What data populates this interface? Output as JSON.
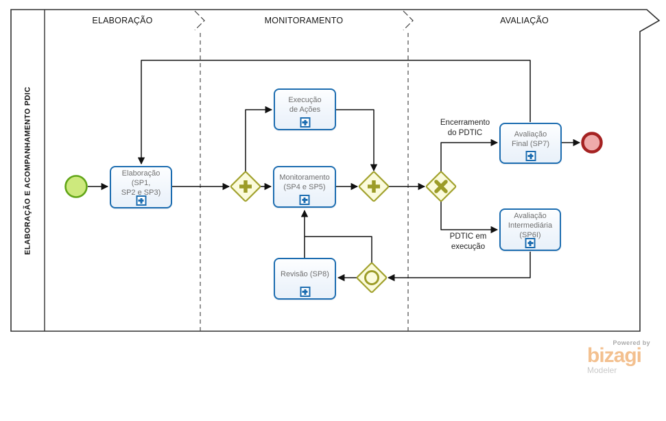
{
  "pool": {
    "label": "ELABORAÇÃO E ACOMPANHAMENTO PDIC"
  },
  "lanes": [
    {
      "label": "ELABORAÇÃO"
    },
    {
      "label": "MONITORAMENTO"
    },
    {
      "label": "AVALIAÇÃO"
    }
  ],
  "nodes": {
    "elaboracao": {
      "label": "Elaboração (SP1,\nSP2 e SP3)"
    },
    "execucao": {
      "label": "Execução\nde Ações"
    },
    "monitoramento": {
      "label": "Monitoramento\n(SP4 e SP5)"
    },
    "avaliacao_final": {
      "label": "Avaliação\nFinal (SP7)"
    },
    "avaliacao_intermediaria": {
      "label": "Avaliação\nIntermediária\n(SP6I)"
    },
    "revisao": {
      "label": "Revisão (SP8)"
    }
  },
  "edge_labels": {
    "encerramento": "Encerramento\ndo PDTIC",
    "em_execucao": "PDTIC em\nexecução"
  },
  "branding": {
    "powered_by": "Powered by",
    "brand": "bizagi",
    "product": "Modeler"
  },
  "colors": {
    "task_border": "#1b6cb0",
    "task_fill": "#eef4fb",
    "task_text": "#6f6f6f",
    "gateway_fill": "#fbfbdc",
    "gateway_border": "#a2a22e",
    "gateway_symbol": "#9c9c28",
    "start_fill": "#cde97d",
    "start_border": "#61a517",
    "end_fill": "#efabab",
    "end_border": "#a52222",
    "connector": "#111111",
    "brand_orange": "#f3c08f"
  }
}
